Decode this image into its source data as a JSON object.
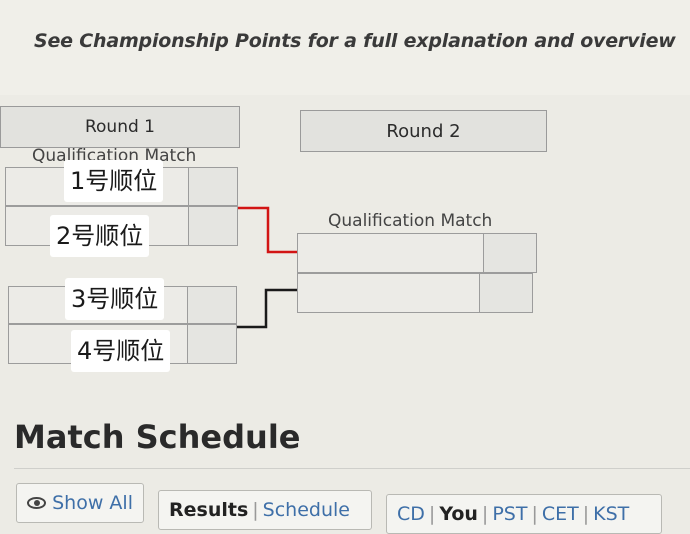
{
  "note": "See Championship Points for a full explanation and overview",
  "rounds": [
    {
      "label": "Round 1"
    },
    {
      "label": "Round 2"
    }
  ],
  "match_labels": [
    "Qualification Match",
    "Qualification Match"
  ],
  "seeds": [
    "1号顺位",
    "2号顺位",
    "3号顺位",
    "4号顺位"
  ],
  "bracket_colors": {
    "winner_line": "#d21414",
    "other_line": "#1a1a1a"
  },
  "schedule": {
    "title": "Match Schedule",
    "show_all": "Show All",
    "results": "Results",
    "schedule_link": "Schedule",
    "timezones": [
      "CD",
      "You",
      "PST",
      "CET",
      "KST"
    ]
  }
}
